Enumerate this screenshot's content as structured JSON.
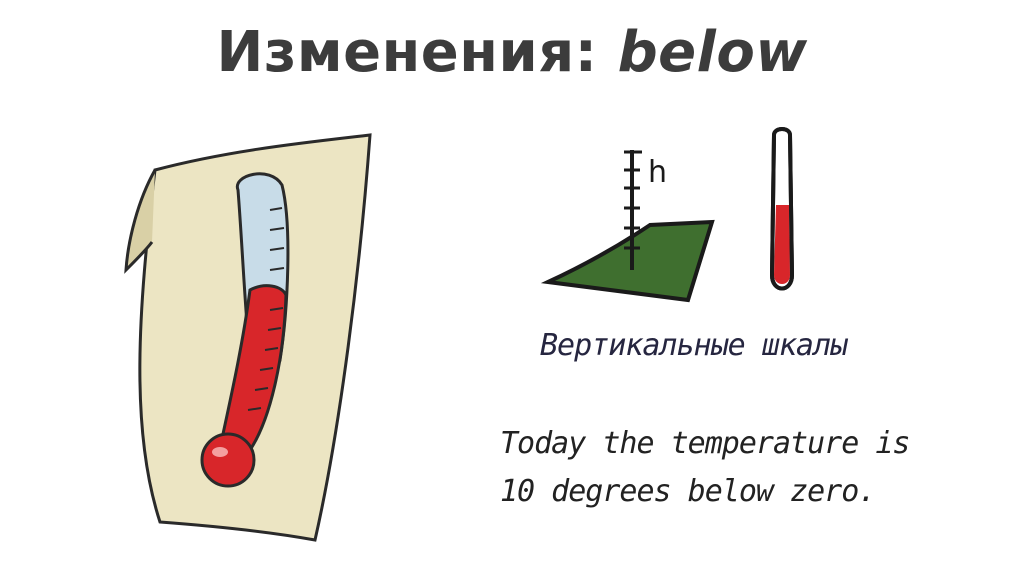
{
  "title": {
    "prefix": "Изменения:",
    "word": "below"
  },
  "diagram": {
    "scale_label": "h",
    "caption": "Вертикальные шкалы"
  },
  "example": {
    "line1": "Today the temperature is",
    "line2": "10 degrees below zero."
  },
  "colors": {
    "title": "#3c3c3c",
    "mercury": "#d8262a",
    "glass": "#c8dce8",
    "plaque": "#ece5c3",
    "ground": "#3f6f2f"
  }
}
